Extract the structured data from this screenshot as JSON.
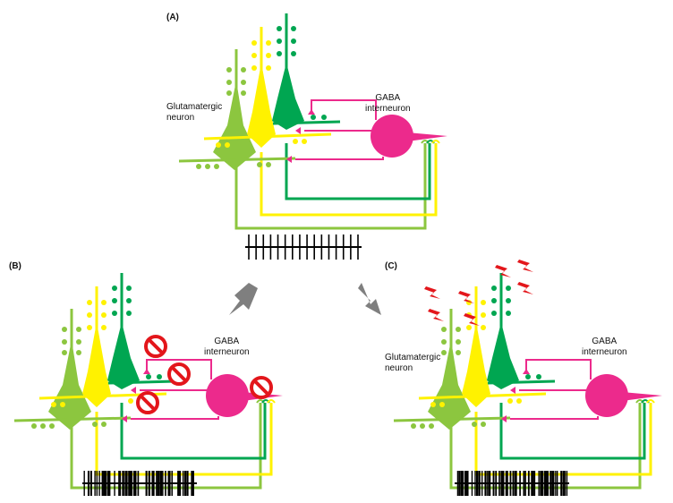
{
  "panels": {
    "a": {
      "tag": "(A)",
      "neuron_label_1": "Glutamatergic",
      "neuron_label_2": "neuron",
      "gaba_label_1": "GABA",
      "gaba_label_2": "interneuron"
    },
    "b": {
      "tag": "(B)",
      "gaba_label_1": "GABA",
      "gaba_label_2": "interneuron"
    },
    "c": {
      "tag": "(C)",
      "neuron_label_1": "Glutamatergic",
      "neuron_label_2": "neuron",
      "gaba_label_1": "GABA",
      "gaba_label_2": "interneuron"
    }
  },
  "spike_trains": {
    "a": {
      "count": 16,
      "density": "regular"
    },
    "b": {
      "count": 90,
      "density": "dense"
    },
    "c": {
      "count": 90,
      "density": "dense"
    }
  },
  "colors": {
    "light_green": "#8cc63f",
    "yellow": "#fff200",
    "dark_green": "#00a651",
    "magenta": "#ec2a8c",
    "red": "#e3161b",
    "gray_arrow": "#7f7f7f",
    "black": "#000000"
  },
  "icons": {
    "block": "prohibition-sign-icon",
    "excitotoxicity": "lightning-bolt-icon",
    "transition": "gray-arrow-icon"
  }
}
